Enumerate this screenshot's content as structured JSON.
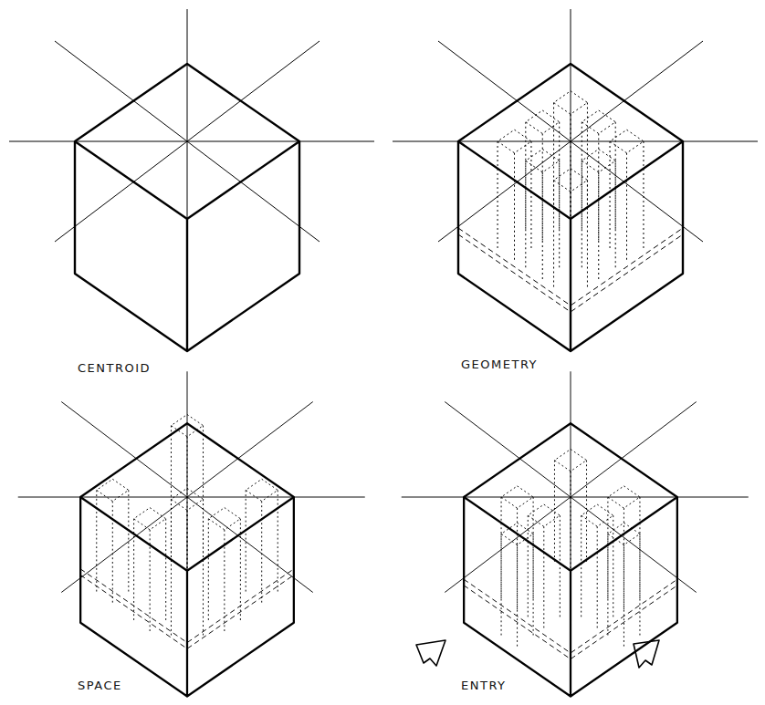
{
  "diagram": {
    "labels": [
      "CENTROID",
      "GEOMETRY",
      "SPACE",
      "ENTRY"
    ]
  }
}
